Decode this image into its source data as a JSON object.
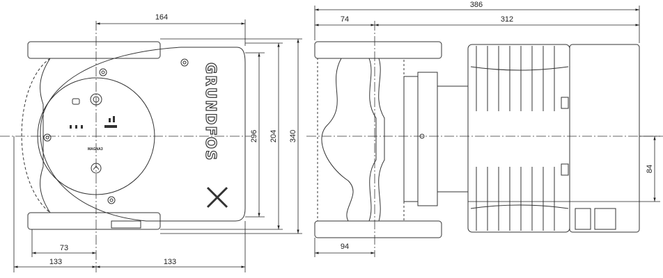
{
  "drawing": {
    "front_view": {
      "dimensions": {
        "top_width": "164",
        "height_inner": "296",
        "height_mid": "204",
        "height_outer": "340",
        "bottom_inner": "73",
        "bottom_left": "133",
        "bottom_right": "133"
      },
      "brand_logo": "GRUNDFOS",
      "control_label": "MAGNA3"
    },
    "side_view": {
      "dimensions": {
        "overall_length": "386",
        "flange_offset": "74",
        "motor_length": "312",
        "flange_bottom": "94",
        "axis_offset": "84"
      }
    }
  },
  "colors": {
    "line": "#333333",
    "dim_line": "#222222"
  }
}
